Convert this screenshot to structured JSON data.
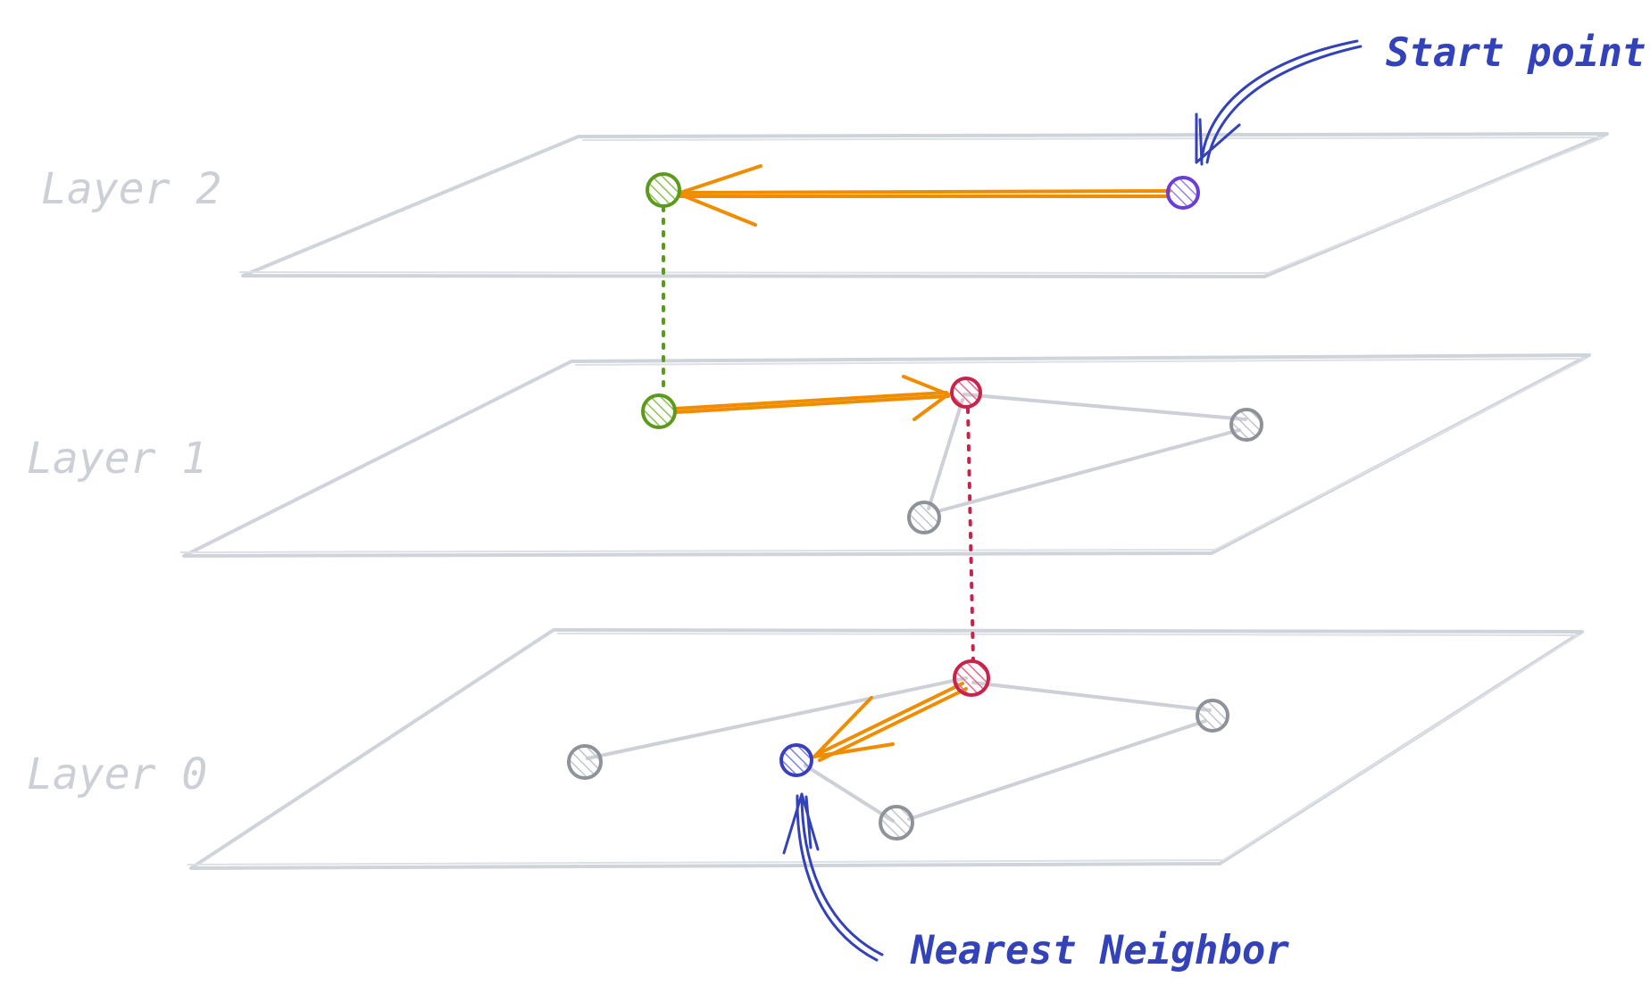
{
  "layers": [
    {
      "id": "layer-2",
      "label": "Layer 2"
    },
    {
      "id": "layer-1",
      "label": "Layer 1"
    },
    {
      "id": "layer-0",
      "label": "Layer 0"
    }
  ],
  "callouts": {
    "start": "Start point",
    "nearest": "Nearest Neighbor"
  },
  "colors": {
    "plane": "#cfd3da",
    "edge": "#cdd0d6",
    "node_gray": "#8e9299",
    "entry_node": "#6a3fd6",
    "green_node": "#5c9a1c",
    "red_node": "#c8234a",
    "result_node": "#3a3fbf",
    "search_path": "#f08c00",
    "callout_text": "#3342b8",
    "green_link": "#5c9a1c",
    "red_link": "#c8234a"
  }
}
